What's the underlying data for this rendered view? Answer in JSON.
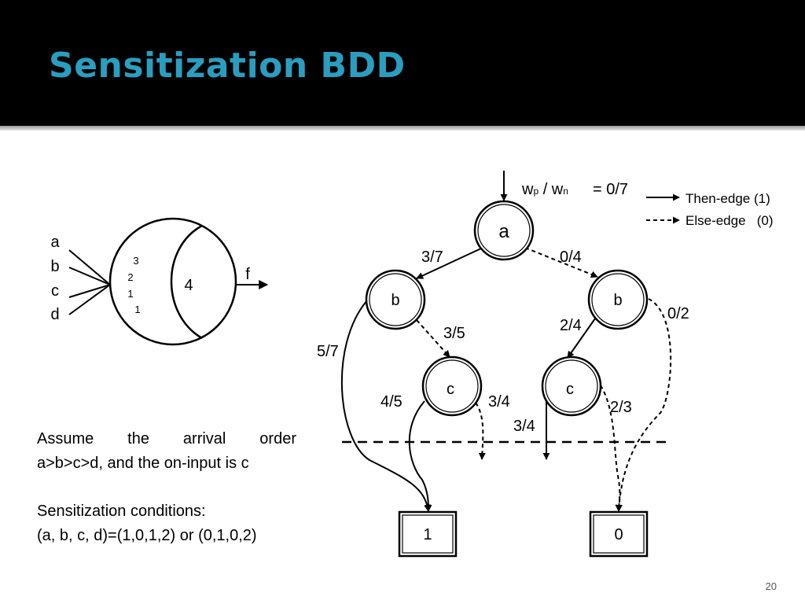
{
  "title": "Sensitization BDD",
  "gate": {
    "inputs": [
      "a",
      "b",
      "c",
      "d"
    ],
    "input_weights": [
      "3",
      "2",
      "1",
      "1"
    ],
    "threshold": "4",
    "output": "f"
  },
  "bdd": {
    "root_label_w": "w",
    "root_label_p": "p",
    "root_label_sep": " / w",
    "root_label_n": "n",
    "root_value": "= 0/7",
    "nodes": {
      "a": "a",
      "b_left": "b",
      "b_right": "b",
      "c_left": "c",
      "c_right": "c",
      "terminal_1": "1",
      "terminal_0": "0"
    },
    "edges": {
      "a_to_bl": "3/7",
      "a_to_br": "0/4",
      "bl_to_cl": "3/5",
      "bl_to_t1": "5/7",
      "br_to_cr": "2/4",
      "br_to_t0": "0/2",
      "cl_then": "4/5",
      "cl_else": "3/4",
      "cr_then": "3/4",
      "cr_else": "2/3"
    }
  },
  "legend": {
    "then_edge": "Then-edge (1)",
    "else_edge": "Else-edge   (0)"
  },
  "text": {
    "assume_line1": "Assume the arrival order",
    "assume_line2": "a>b>c>d, and the on-input is c",
    "conditions_heading": "Sensitization conditions:",
    "conditions_value": "(a, b, c, d)=(1,0,1,2) or (0,1,0,2)"
  },
  "page_number": "20",
  "colors": {
    "header_bg": "#000000",
    "title": "#2a9ec0"
  }
}
